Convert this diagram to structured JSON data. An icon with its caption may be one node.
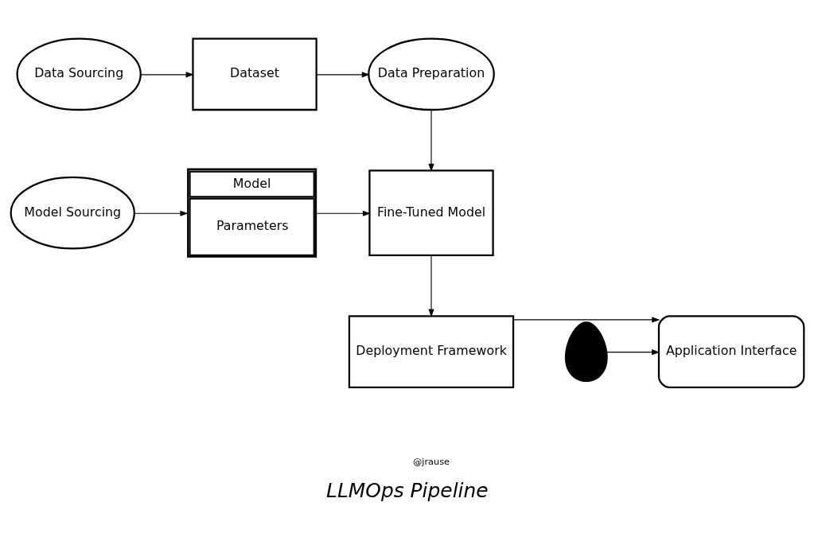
{
  "diagram": {
    "caption": "LLMOps Pipeline",
    "nodes": [
      {
        "text": [
          "Data Sourcing"
        ]
      },
      {
        "text": [
          "Dataset"
        ]
      },
      {
        "text": [
          "Data Preparation"
        ]
      },
      {
        "text": [
          "Model Sourcing"
        ]
      },
      {
        "text": [
          "Model",
          "Parameters"
        ]
      },
      {
        "text": [
          "Fine-Tuned Model"
        ]
      },
      {
        "text": [
          "Deployment Framework"
        ]
      },
      {
        "text": [
          "Application Interface"
        ]
      },
      {
        "text": [],
        "shape": "person"
      }
    ],
    "edges": [
      {
        "from": 0,
        "to": 1,
        "arrow": "to"
      },
      {
        "from": 1,
        "to": 2,
        "arrow": "to"
      },
      {
        "from": 2,
        "to": 5,
        "arrow": "to"
      },
      {
        "from": 3,
        "to": 4,
        "arrow": "to"
      },
      {
        "from": 4,
        "to": 5,
        "arrow": "to"
      },
      {
        "from": 5,
        "to": 6,
        "arrow": "to"
      },
      {
        "from": 6,
        "to": 7,
        "arrow": "to"
      },
      {
        "from": 8,
        "to": 7,
        "arrow": "to"
      }
    ],
    "labels": [
      "@jrause"
    ]
  }
}
